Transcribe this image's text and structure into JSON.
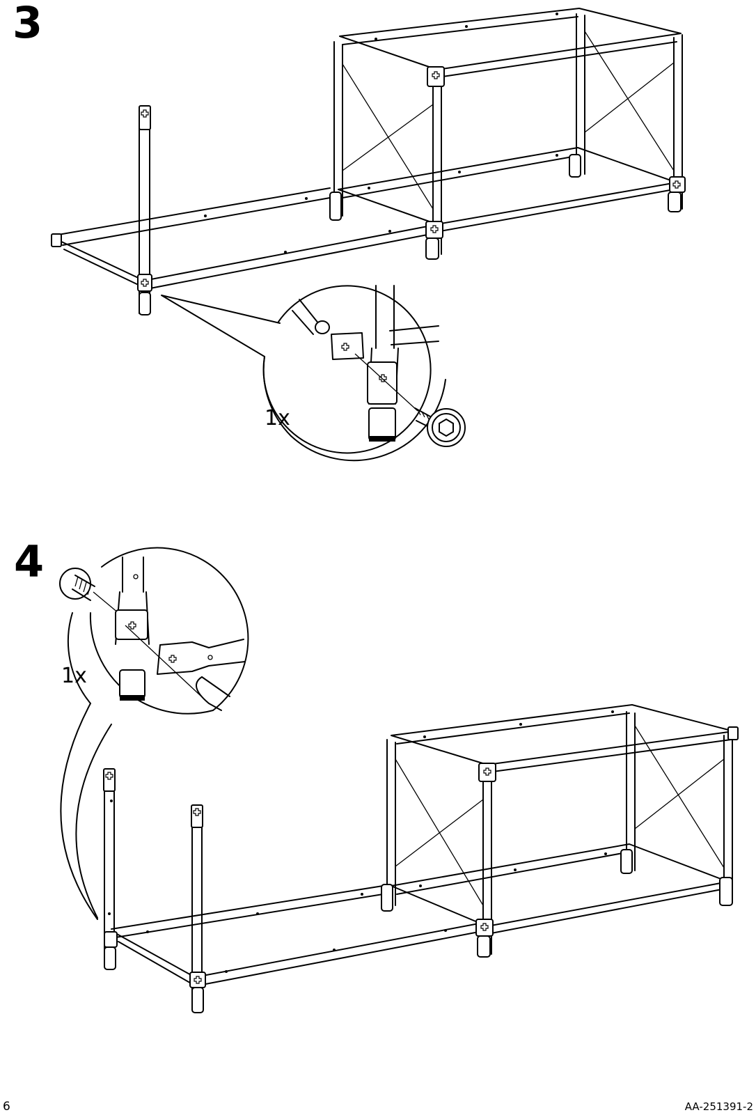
{
  "steps": [
    {
      "number": "3",
      "quantity": "1x"
    },
    {
      "number": "4",
      "quantity": "1x"
    }
  ],
  "footer": {
    "page_number": "6",
    "document_code": "AA-251391-2"
  },
  "icons": [
    "hex-socket-screw-icon",
    "screw-icon"
  ]
}
